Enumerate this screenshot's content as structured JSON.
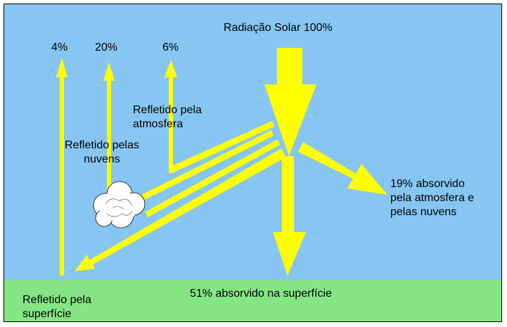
{
  "diagram": {
    "colors": {
      "sky": "#87c6f2",
      "ground": "#85e585",
      "arrow": "#ffff00",
      "frame": "#000000",
      "cloud": "#ffffff"
    },
    "labels": {
      "incoming": "Radiação Solar 100%",
      "pct_surface": "4%",
      "pct_clouds": "20%",
      "pct_atmosphere": "6%",
      "reflected_atmosphere": "Refletido pela\natmosfera",
      "reflected_clouds": "Refletido pelas\nnuvens",
      "absorbed_atmosphere": "19% absorvido\npela atmosfera e\npelas nuvens",
      "absorbed_surface": "51% absorvido na superfície",
      "reflected_surface": "Refletido pela\nsuperfície"
    },
    "icons": {
      "cloud": "cloud-icon"
    }
  }
}
